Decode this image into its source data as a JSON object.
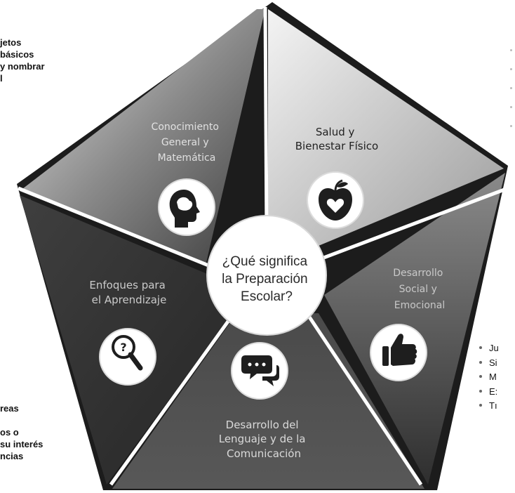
{
  "center": {
    "line1": "¿Qué significa",
    "line2": "la Preparación",
    "line3": "Escolar?"
  },
  "sectors": [
    {
      "id": "conocimiento",
      "lines": [
        "Conocimiento",
        "General y",
        "Matemática"
      ],
      "icon": "head-icon"
    },
    {
      "id": "salud",
      "lines": [
        "Salud y",
        "Bienestar Físico"
      ],
      "icon": "apple-heart-icon"
    },
    {
      "id": "social",
      "lines": [
        "Desarrollo",
        "Social y",
        "Emocional"
      ],
      "icon": "thumbs-up-icon"
    },
    {
      "id": "lenguaje",
      "lines": [
        "Desarrollo del",
        "Lenguaje y de la",
        "Comunicación"
      ],
      "icon": "speech-bubbles-icon"
    },
    {
      "id": "enfoques",
      "lines": [
        "Enfoques para",
        "el Aprendizaje"
      ],
      "icon": "magnifier-question-icon"
    }
  ],
  "side_text": {
    "top_left": [
      "jetos",
      "básicos",
      "y nombrar",
      "l"
    ],
    "bottom_left": [
      "reas",
      "os o",
      "su interés",
      "ncias"
    ],
    "bottom_right": [
      "Ju",
      "Si",
      "M",
      "E:",
      "Tı"
    ]
  },
  "colors": {
    "sector_dark": "#333333",
    "sector_light": "#bdbdbd",
    "center_fill": "#ffffff",
    "center_text": "#2a2a2a"
  }
}
